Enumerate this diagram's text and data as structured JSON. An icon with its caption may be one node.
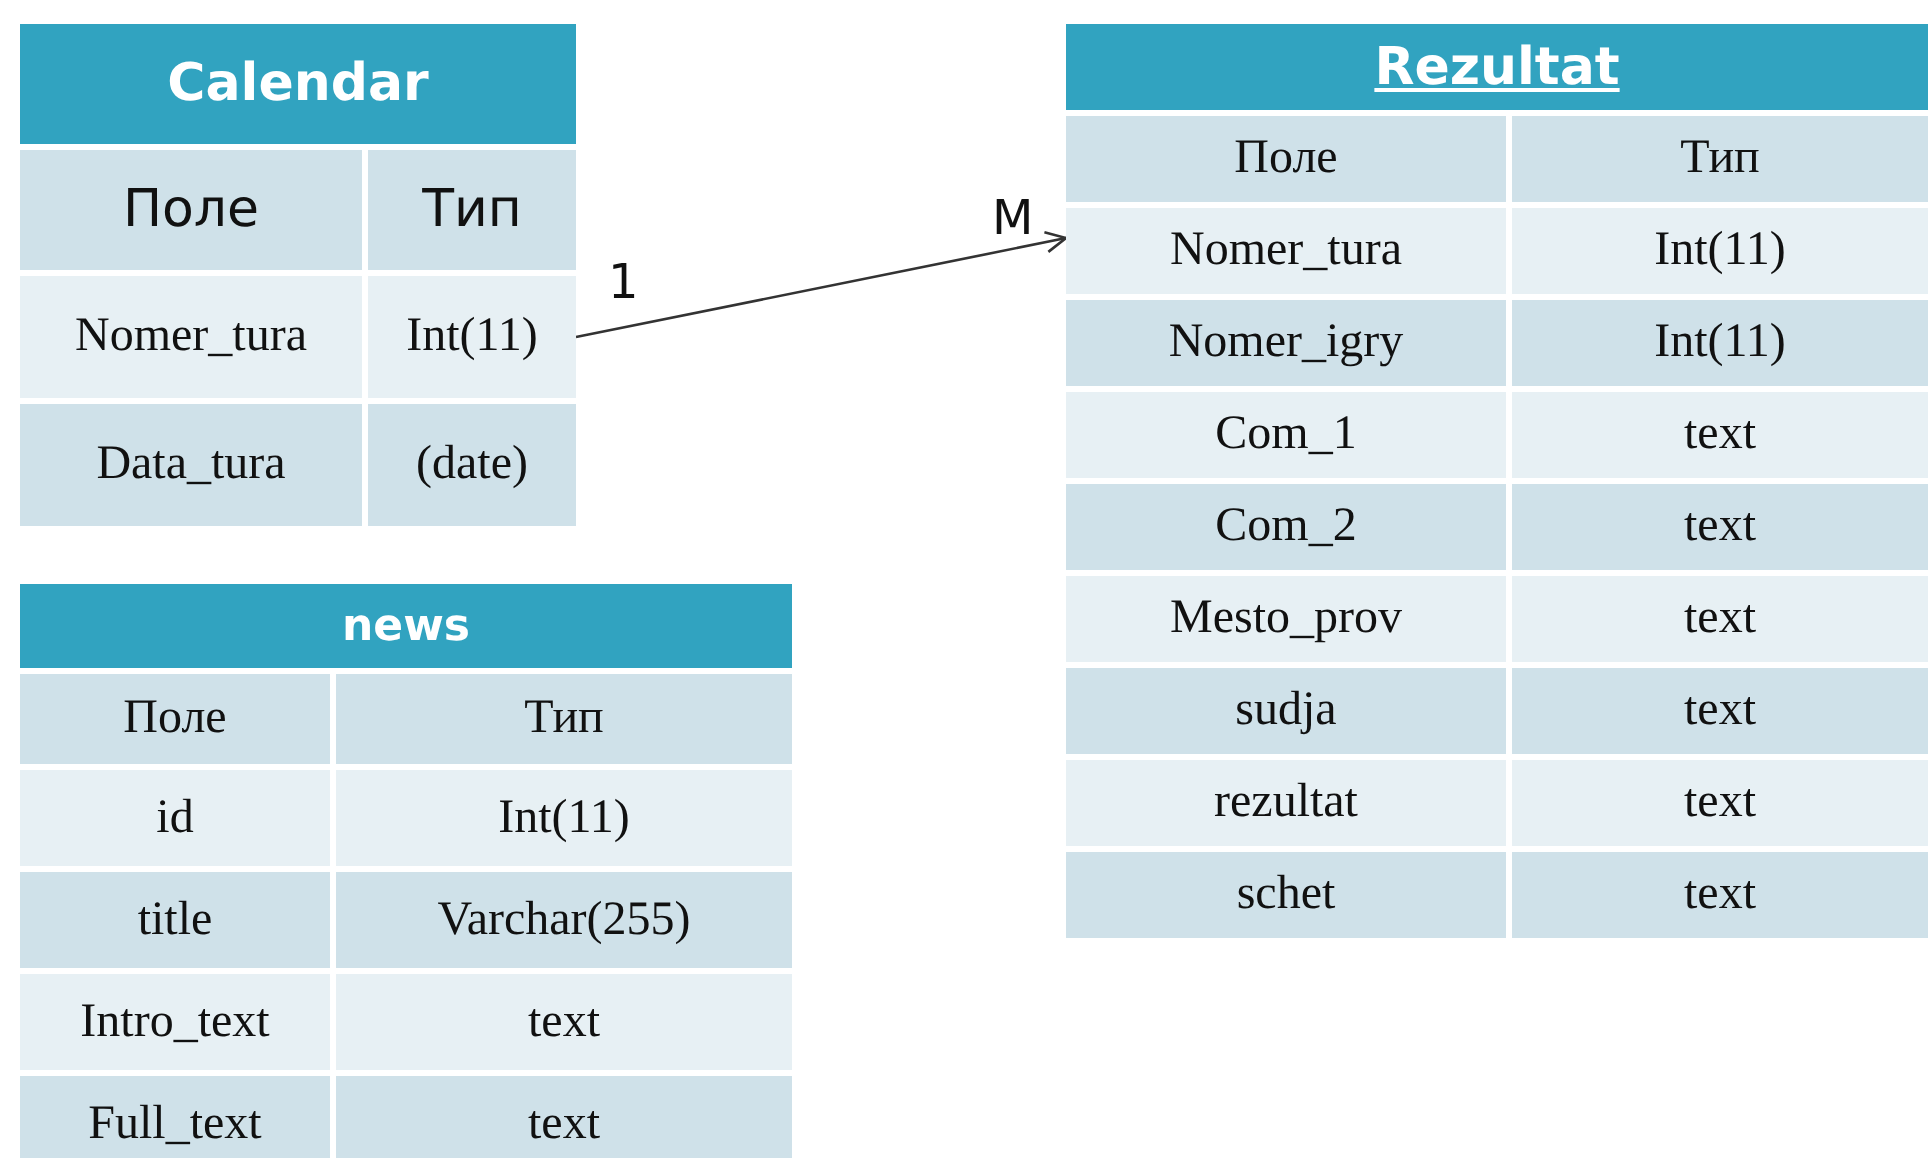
{
  "diagram": {
    "nodes": [
      {
        "text": [
          "Calendar"
        ]
      },
      {
        "text": [
          "Поле",
          "Тип"
        ],
        "in": 0
      },
      {
        "text": [
          "Nomer_tura",
          "Int(11)"
        ],
        "in": 0
      },
      {
        "text": [
          "Data_tura",
          "(date)"
        ],
        "in": 0
      },
      {
        "text": [
          "Rezultat"
        ]
      },
      {
        "text": [
          "Поле",
          "Тип"
        ],
        "in": 4
      },
      {
        "text": [
          "Nomer_tura",
          "Int(11)"
        ],
        "in": 4
      },
      {
        "text": [
          "Nomer_igry",
          "Int(11)"
        ],
        "in": 4
      },
      {
        "text": [
          "Com_1",
          "text"
        ],
        "in": 4
      },
      {
        "text": [
          "Com_2",
          "text"
        ],
        "in": 4
      },
      {
        "text": [
          "Mesto_prov",
          "text"
        ],
        "in": 4
      },
      {
        "text": [
          "sudja",
          "text"
        ],
        "in": 4
      },
      {
        "text": [
          "rezultat",
          "text"
        ],
        "in": 4
      },
      {
        "text": [
          "schet",
          "text"
        ],
        "in": 4
      },
      {
        "text": [
          "news"
        ]
      },
      {
        "text": [
          "Поле",
          "Тип"
        ],
        "in": 14
      },
      {
        "text": [
          "id",
          "Int(11)"
        ],
        "in": 14
      },
      {
        "text": [
          "title",
          "Varchar(255)"
        ],
        "in": 14
      },
      {
        "text": [
          "Intro_text",
          "text"
        ],
        "in": 14
      },
      {
        "text": [
          "Full_text",
          "text"
        ],
        "in": 14
      }
    ],
    "edges": [
      {
        "from": 2,
        "to": 6,
        "arrow": "to"
      }
    ],
    "labels": [
      "1",
      "M"
    ]
  }
}
